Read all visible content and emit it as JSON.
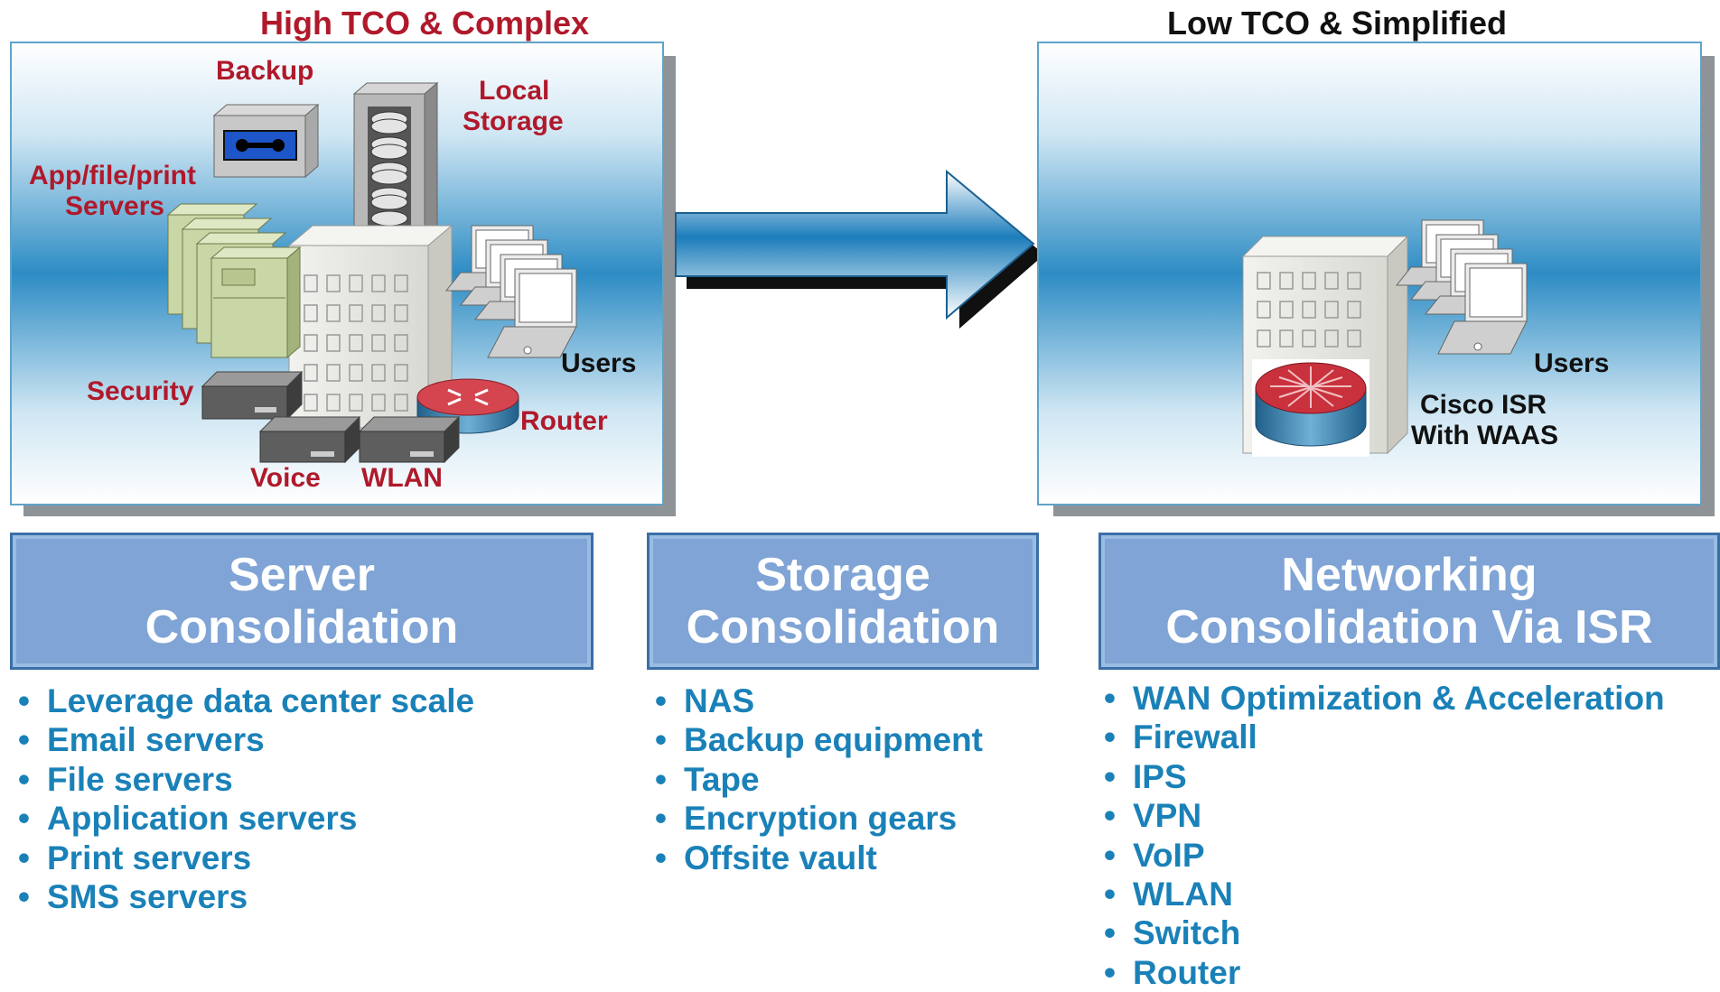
{
  "left_panel": {
    "title": "High TCO & Complex",
    "labels": {
      "backup": "Backup",
      "local_storage_1": "Local",
      "local_storage_2": "Storage",
      "app_servers_1": "App/file/print",
      "app_servers_2": "Servers",
      "users": "Users",
      "security": "Security",
      "router": "Router",
      "voice": "Voice",
      "wlan": "WLAN"
    }
  },
  "right_panel": {
    "title": "Low TCO & Simplified",
    "labels": {
      "users": "Users",
      "isr_1": "Cisco ISR",
      "isr_2": "With WAAS"
    }
  },
  "columns": [
    {
      "heading_line1": "Server",
      "heading_line2": "Consolidation",
      "bullets": [
        "Leverage data center scale",
        "Email servers",
        "File servers",
        "Application servers",
        "Print servers",
        "SMS servers"
      ]
    },
    {
      "heading_line1": "Storage",
      "heading_line2": "Consolidation",
      "bullets": [
        "NAS",
        "Backup equipment",
        "Tape",
        "Encryption gears",
        "Offsite vault"
      ]
    },
    {
      "heading_line1": "Networking",
      "heading_line2": "Consolidation Via ISR",
      "bullets": [
        "WAN Optimization & Acceleration",
        "Firewall",
        "IPS",
        "VPN",
        "VoIP",
        "WLAN",
        "Switch",
        "Router"
      ]
    }
  ],
  "colors": {
    "red_label": "#b0192b",
    "bullet_text": "#1a81b8",
    "category_box": "#7fa4d5",
    "panel_border": "#5fa3c9"
  }
}
